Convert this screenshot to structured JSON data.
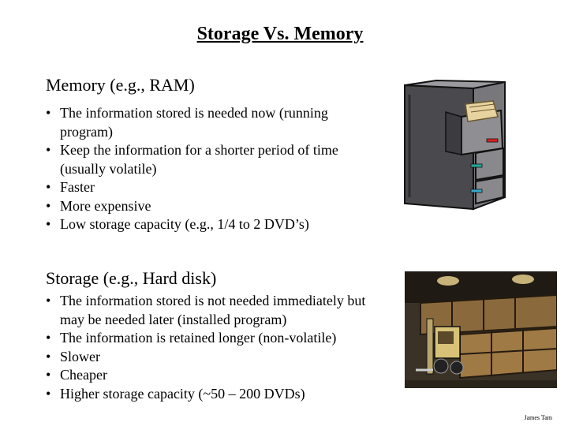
{
  "title": "Storage Vs. Memory",
  "memory": {
    "heading": "Memory (e.g., RAM)",
    "bullets": [
      "The information stored is needed now (running program)",
      "Keep the information for a shorter period of time (usually volatile)",
      "Faster",
      "More expensive",
      "Low storage capacity (e.g., 1/4 to 2 DVD’s)"
    ]
  },
  "storage": {
    "heading": "Storage (e.g., Hard disk)",
    "bullets": [
      "The information stored is not needed immediately but may be needed later (installed program)",
      "The information is retained longer (non-volatile)",
      "Slower",
      "Cheaper",
      "Higher storage capacity (~50 – 200 DVDs)"
    ]
  },
  "images": {
    "memory_picture": "filing-cabinet-illustration",
    "storage_picture": "warehouse-illustration"
  },
  "footer": "James Tam"
}
